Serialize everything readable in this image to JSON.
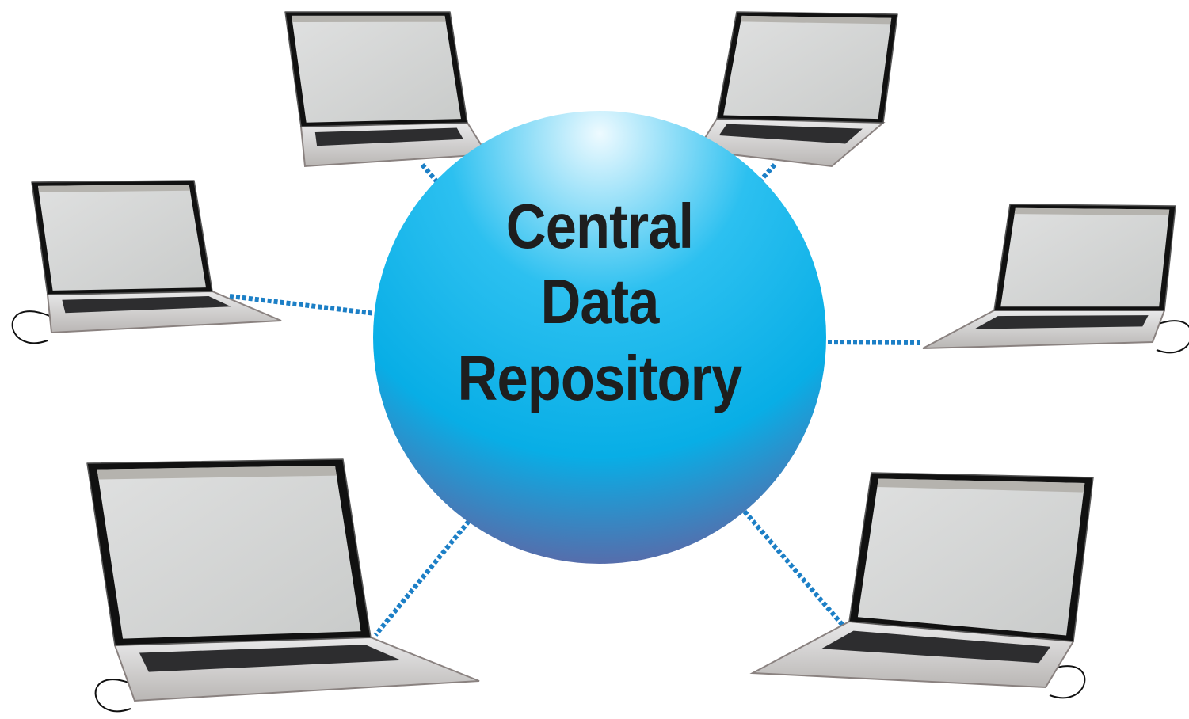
{
  "title_lines": [
    "Central",
    "Data",
    "Repository"
  ],
  "colors": {
    "sphere_light": "#e8f8ff",
    "sphere_mid": "#0fb6ec",
    "sphere_dark": "#6d5a9a",
    "connector": "#1c7fc6"
  },
  "nodes": [
    {
      "name": "laptop-top-left"
    },
    {
      "name": "laptop-top-right"
    },
    {
      "name": "laptop-middle-left"
    },
    {
      "name": "laptop-middle-right"
    },
    {
      "name": "laptop-bottom-left"
    },
    {
      "name": "laptop-bottom-right"
    }
  ]
}
